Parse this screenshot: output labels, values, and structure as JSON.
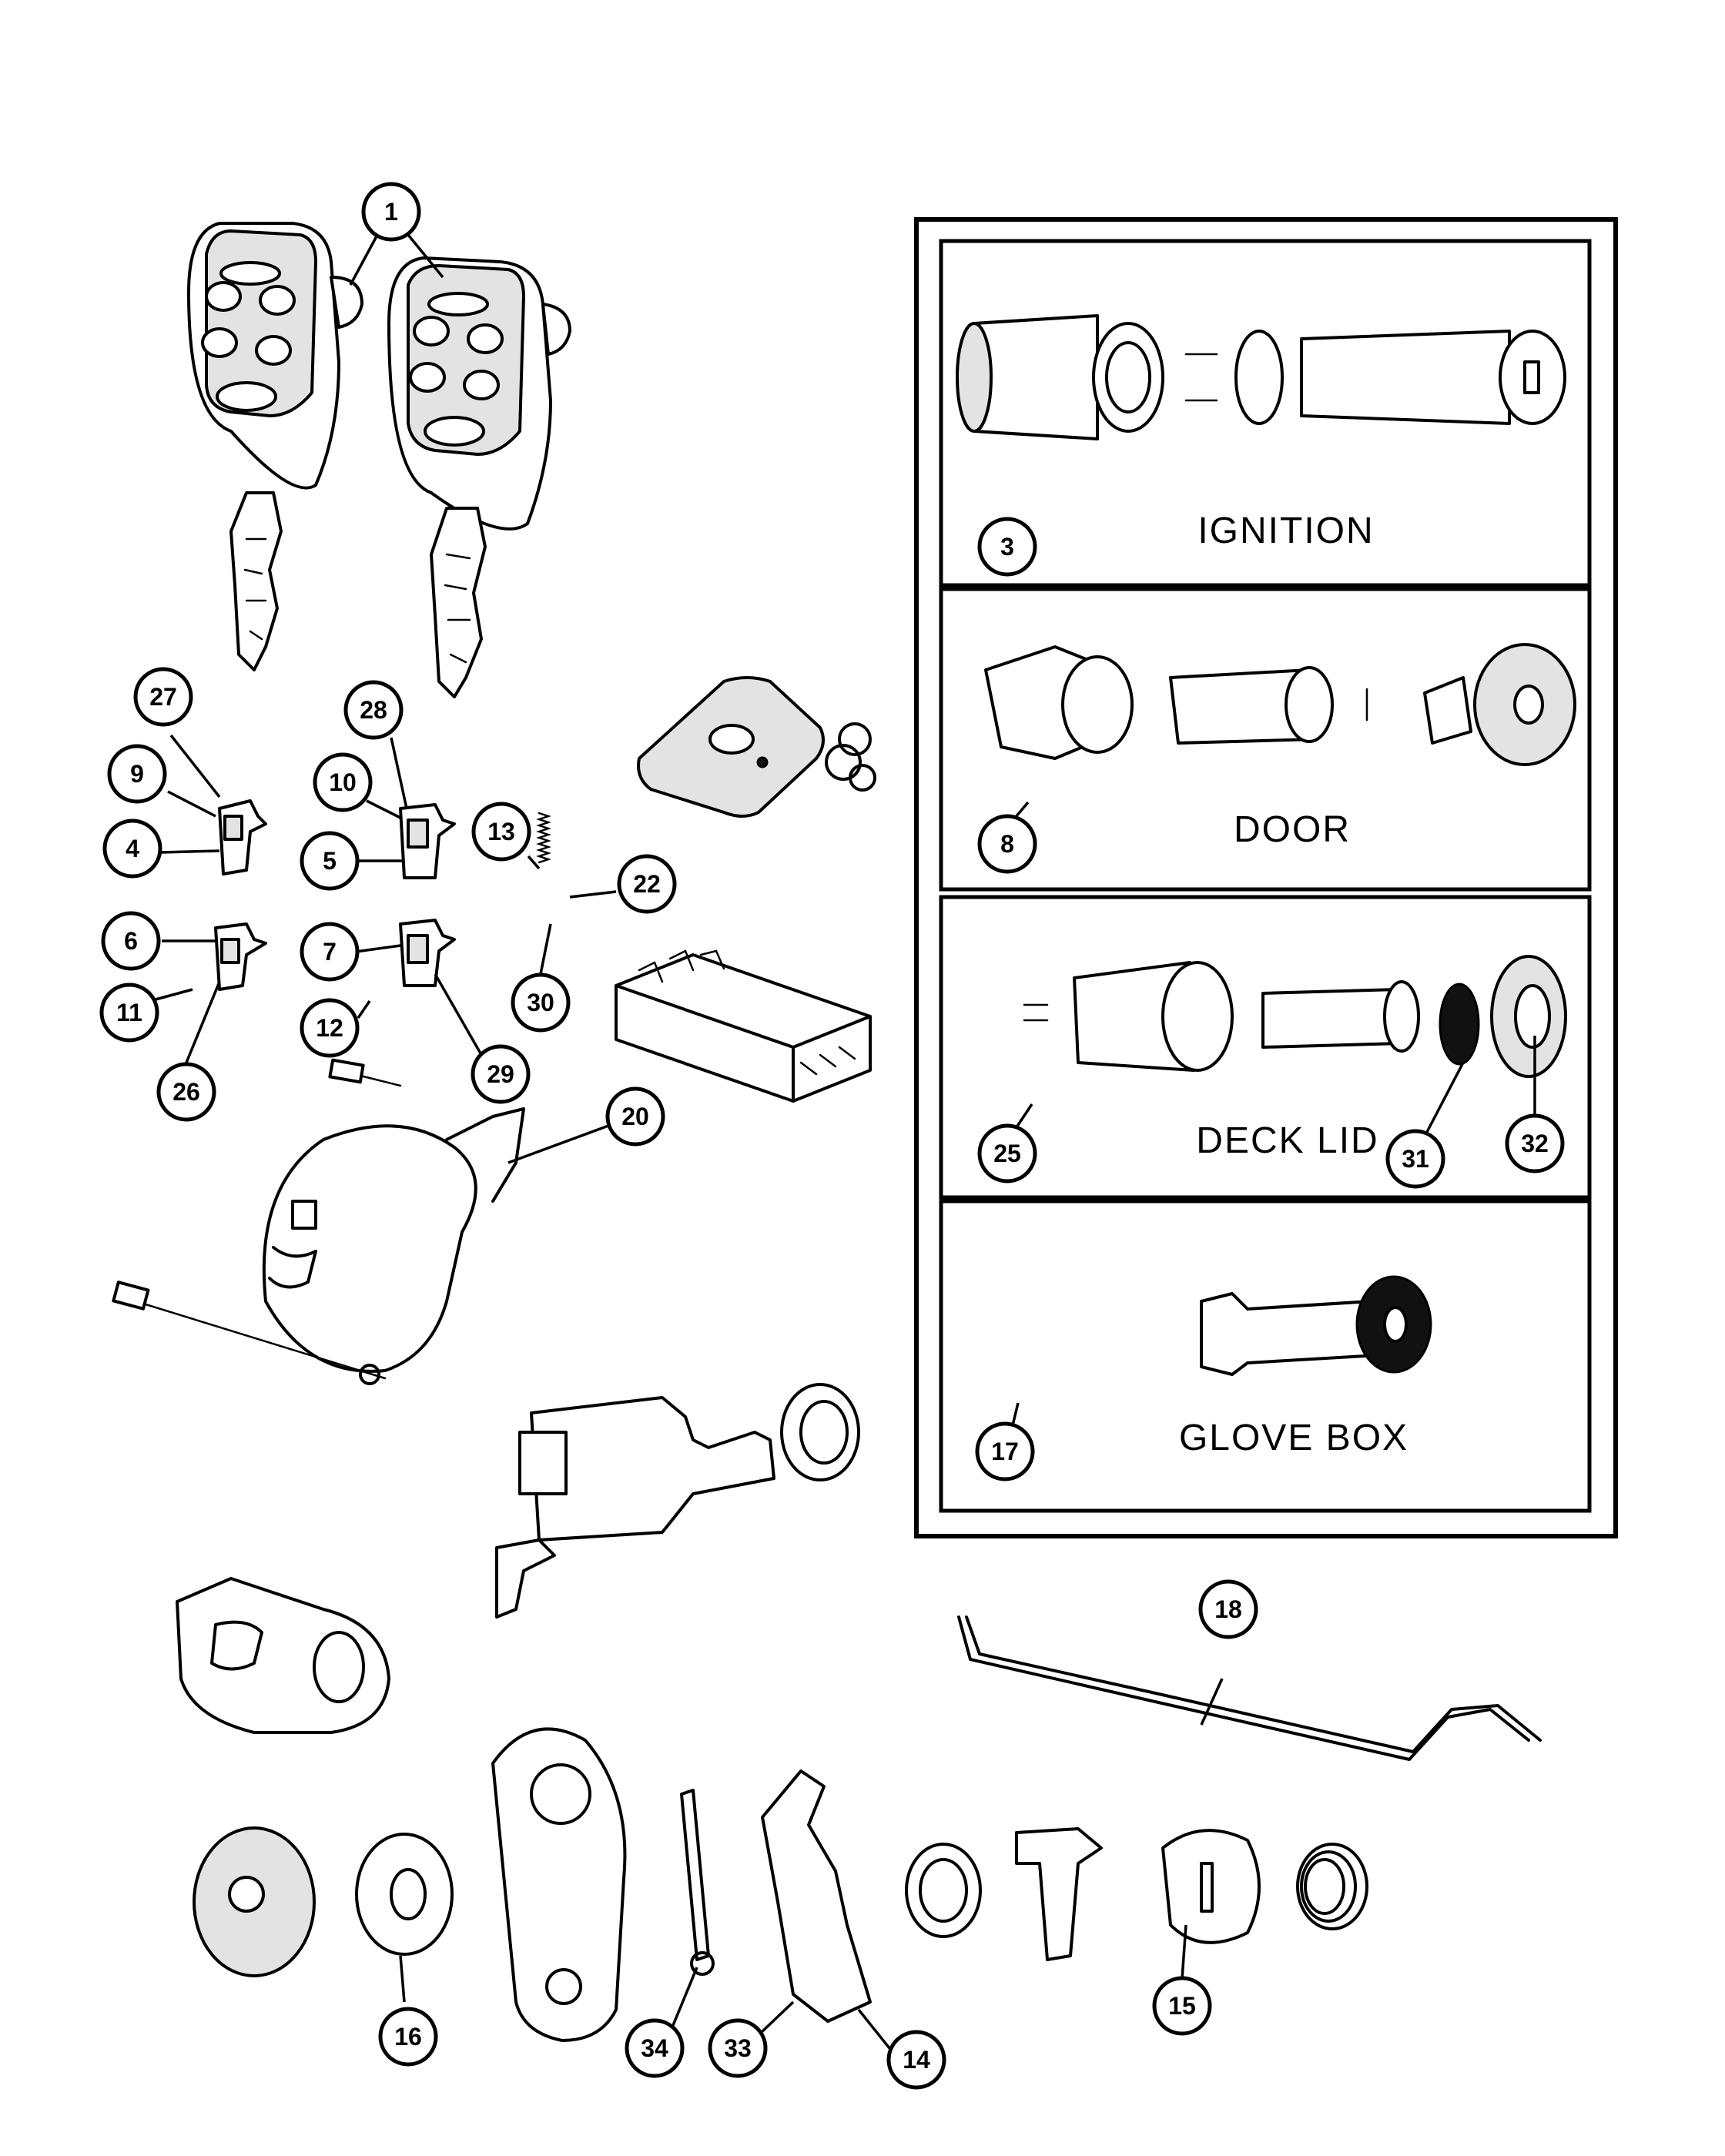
{
  "panels": [
    {
      "caption": "IGNITION",
      "callout": "3"
    },
    {
      "caption": "DOOR",
      "callout": "8"
    },
    {
      "caption": "DECK LID",
      "callout": "25"
    },
    {
      "caption": "GLOVE BOX",
      "callout": "17"
    }
  ],
  "callouts": {
    "c1": "1",
    "c3": "3",
    "c4": "4",
    "c5": "5",
    "c6": "6",
    "c7": "7",
    "c8": "8",
    "c9": "9",
    "c10": "10",
    "c11": "11",
    "c12": "12",
    "c13": "13",
    "c14": "14",
    "c15": "15",
    "c16": "16",
    "c17": "17",
    "c18": "18",
    "c20": "20",
    "c22": "22",
    "c25": "25",
    "c26": "26",
    "c27": "27",
    "c28": "28",
    "c29": "29",
    "c30": "30",
    "c31": "31",
    "c32": "32",
    "c33": "33",
    "c34": "34"
  }
}
